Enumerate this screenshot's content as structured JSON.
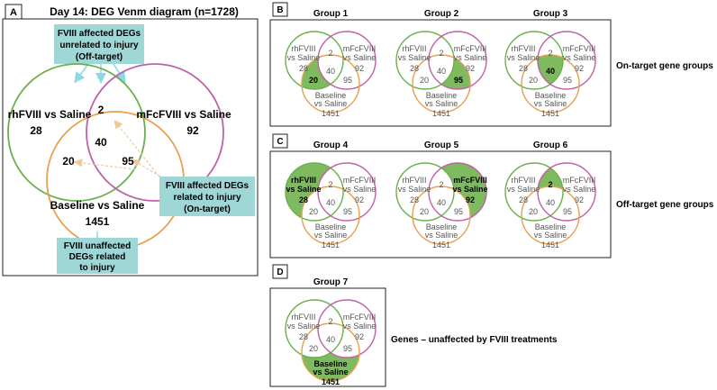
{
  "colors": {
    "green": "#6ab04c",
    "magenta": "#c060a8",
    "orange": "#e8a050",
    "fill_green": "#7dbb5e",
    "callout_bg": "#9fd7d7",
    "panel_border": "#222222",
    "count_text_small": "#555555"
  },
  "panel_a": {
    "letter": "A",
    "title": "Day 14: DEG Venm diagram (n=1728)",
    "circle_labels": {
      "rh": "rhFVIII vs Saline",
      "mfc": "mFcFVIII vs Saline",
      "baseline": "Baseline vs Saline"
    },
    "counts": {
      "rh_only": "28",
      "mfc_only": "92",
      "baseline_only": "1451",
      "rh_mfc": "2",
      "all": "40",
      "rh_base": "20",
      "mfc_base": "95"
    },
    "callouts": {
      "off_target": [
        "FVIII affected DEGs",
        "unrelated to injury",
        "(Off-target)"
      ],
      "on_target": [
        "FVIII affected DEGs",
        "related to injury",
        "(On-target)"
      ],
      "unaffected": [
        "FVIII unaffected",
        "DEGs related",
        "to injury"
      ]
    }
  },
  "small_labels": {
    "rh": [
      "rhFVIII",
      "vs Saline"
    ],
    "mfc": [
      "mFcFVIII",
      "vs Saline"
    ],
    "baseline": [
      "Baseline",
      "vs Saline"
    ]
  },
  "small_counts": {
    "rh_only": "28",
    "mfc_only": "92",
    "baseline_only": "1451",
    "rh_mfc": "2",
    "all": "40",
    "rh_base": "20",
    "mfc_base": "95"
  },
  "panels": [
    {
      "letter": "B",
      "side_label": "On-target gene groups",
      "groups": [
        {
          "name": "Group 1",
          "highlight": "rh_base"
        },
        {
          "name": "Group 2",
          "highlight": "mfc_base"
        },
        {
          "name": "Group 3",
          "highlight": "all"
        }
      ]
    },
    {
      "letter": "C",
      "side_label": "Off-target gene groups",
      "groups": [
        {
          "name": "Group 4",
          "highlight": "rh_only"
        },
        {
          "name": "Group 5",
          "highlight": "mfc_only"
        },
        {
          "name": "Group 6",
          "highlight": "rh_mfc"
        }
      ]
    },
    {
      "letter": "D",
      "side_label": "Genes – unaffected by FVIII treatments",
      "groups": [
        {
          "name": "Group 7",
          "highlight": "baseline_only"
        }
      ]
    }
  ]
}
